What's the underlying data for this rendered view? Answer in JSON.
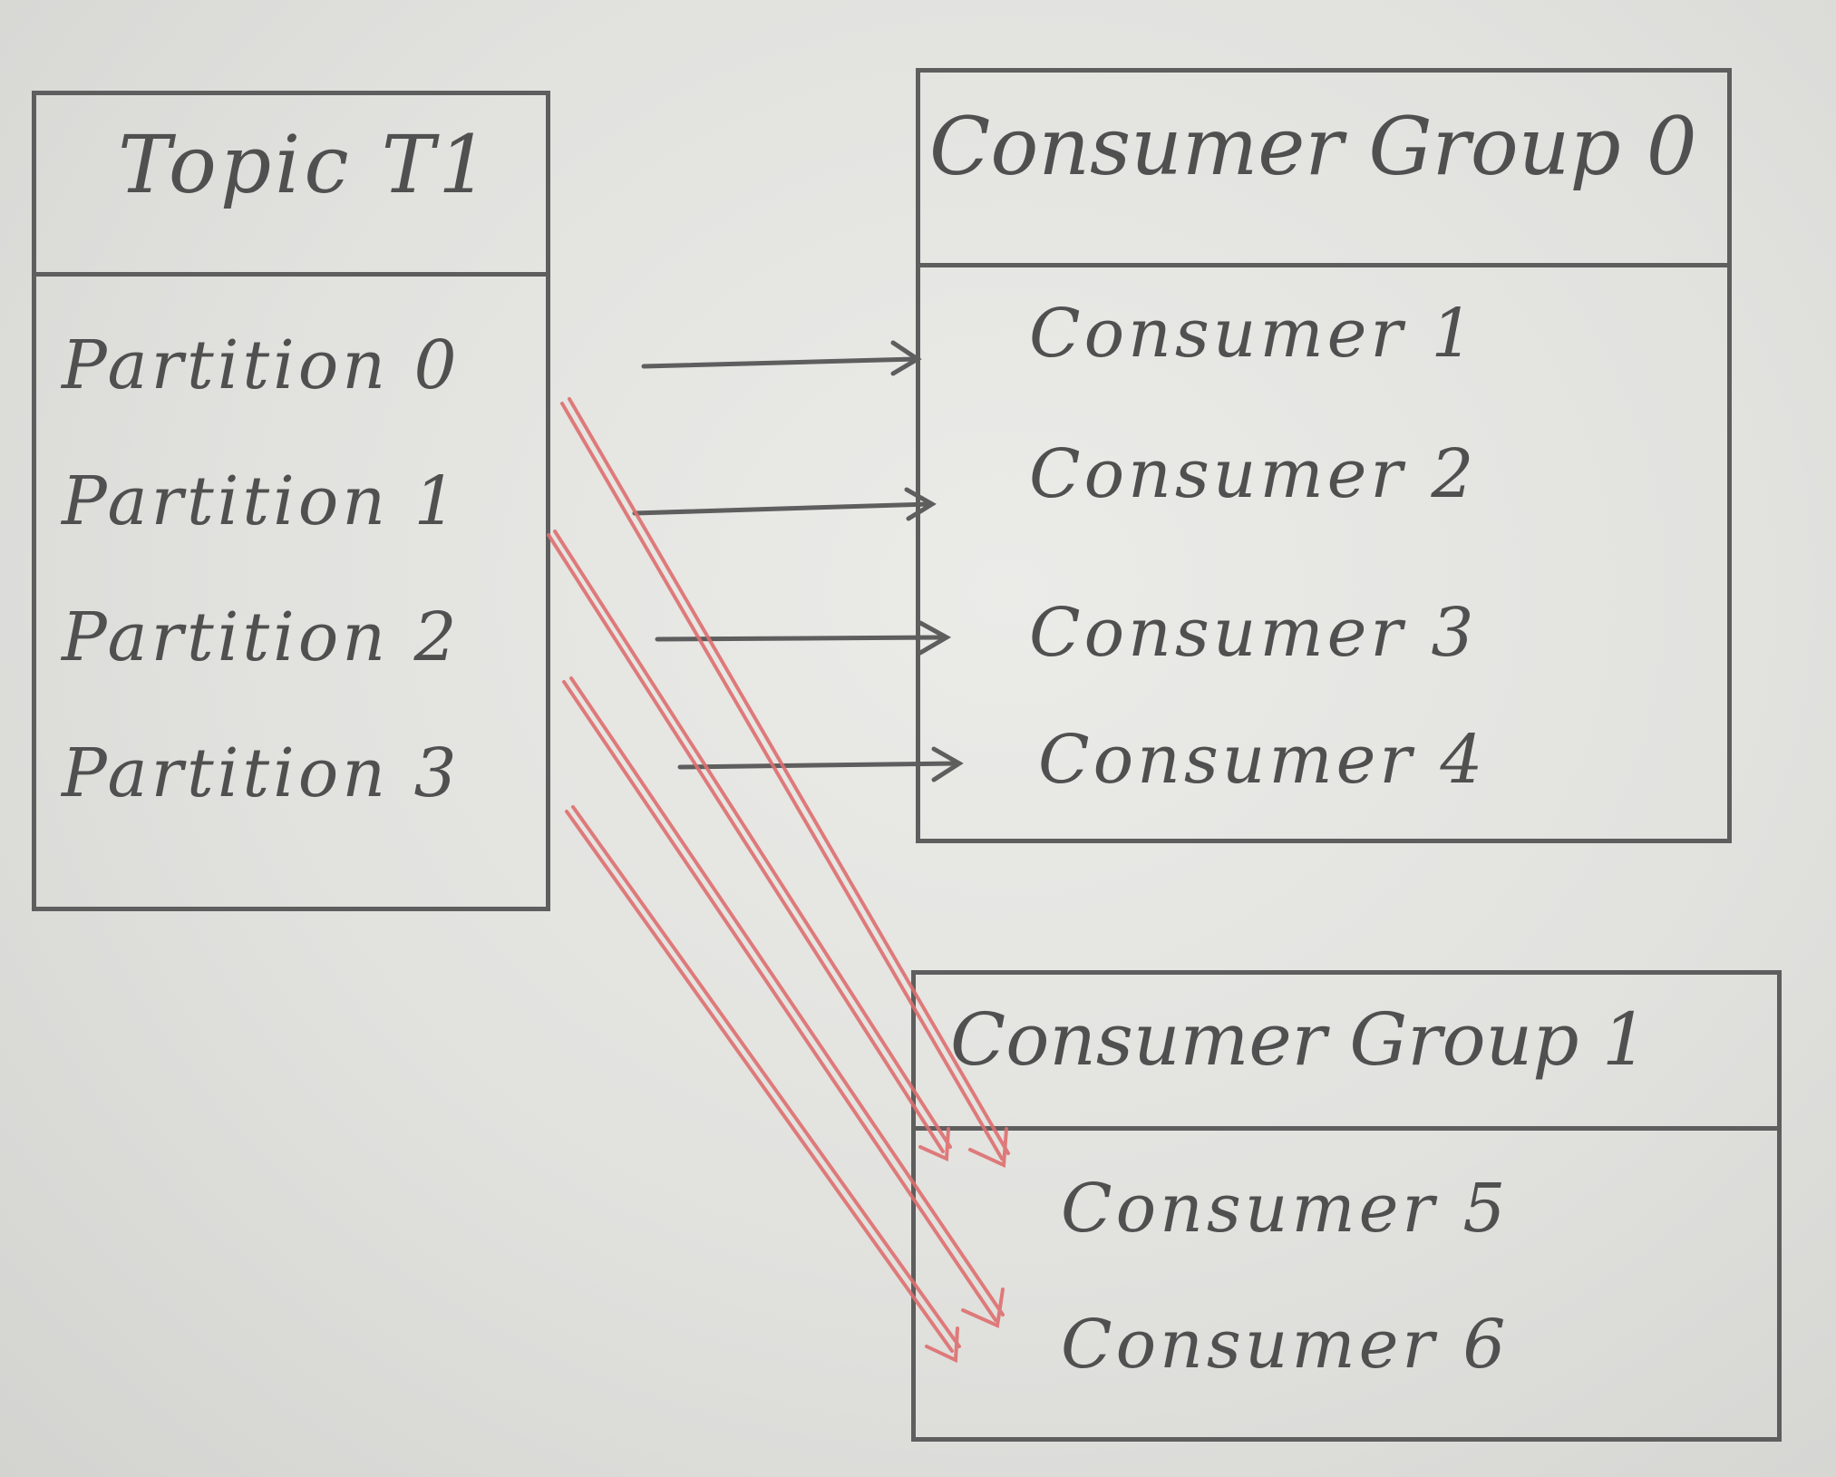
{
  "topic": {
    "title": "Topic T1",
    "partitions": [
      "Partition 0",
      "Partition 1",
      "Partition 2",
      "Partition 3"
    ]
  },
  "group0": {
    "title": "Consumer Group 0",
    "consumers": [
      "Consumer 1",
      "Consumer 2",
      "Consumer 3",
      "Consumer 4"
    ]
  },
  "group1": {
    "title": "Consumer Group 1",
    "consumers": [
      "Consumer 5",
      "Consumer 6"
    ]
  },
  "colors": {
    "pencil": "#5e5e5e",
    "red_pencil": "#de6f6f"
  },
  "connections": {
    "group0": [
      {
        "from": "Partition 0",
        "to": "Consumer 1"
      },
      {
        "from": "Partition 1",
        "to": "Consumer 2"
      },
      {
        "from": "Partition 2",
        "to": "Consumer 3"
      },
      {
        "from": "Partition 3",
        "to": "Consumer 4"
      }
    ],
    "group1": [
      {
        "from": "Partition 0",
        "to": "Consumer 5"
      },
      {
        "from": "Partition 1",
        "to": "Consumer 5"
      },
      {
        "from": "Partition 2",
        "to": "Consumer 6"
      },
      {
        "from": "Partition 3",
        "to": "Consumer 6"
      }
    ]
  }
}
